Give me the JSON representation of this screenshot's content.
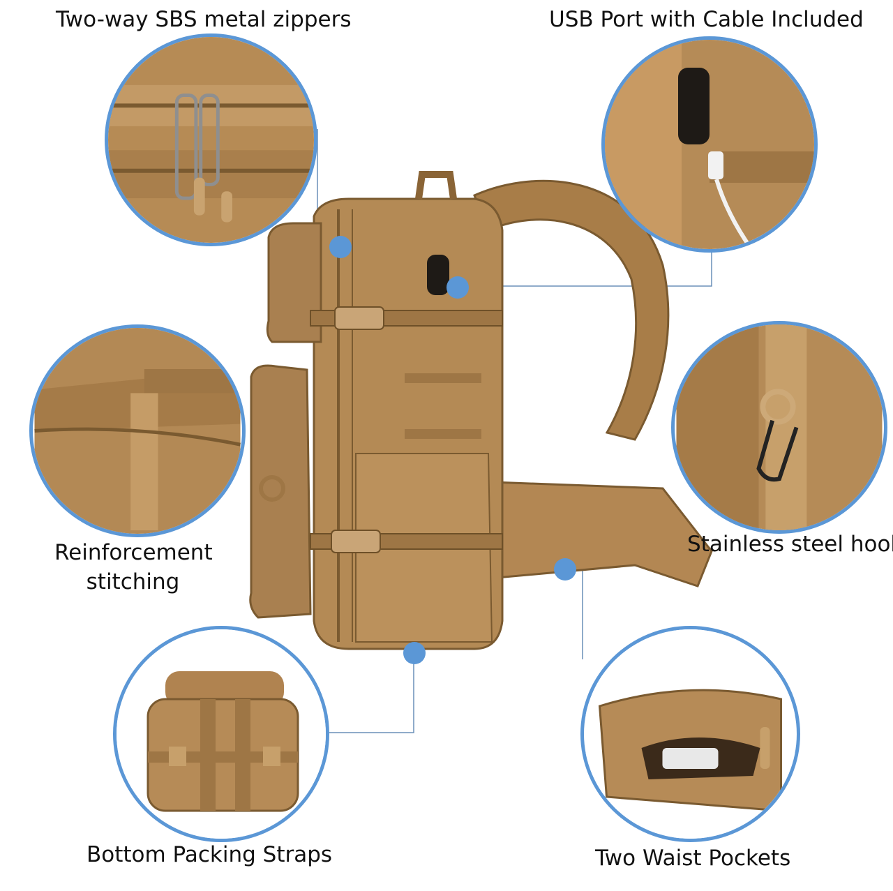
{
  "labels": {
    "zippers": "Two-way SBS metal zippers",
    "usb": "USB Port with Cable Included",
    "reinforcement_line1": "Reinforcement",
    "reinforcement_line2": "stitching",
    "hook": "Stainless steel hook",
    "bottom_straps": "Bottom Packing Straps",
    "waist_pockets": "Two Waist Pockets"
  },
  "colors": {
    "accent": "#5b97d6",
    "fabric": "#b48a55",
    "fabric_dark": "#8a6436",
    "fabric_light": "#cfa874"
  }
}
